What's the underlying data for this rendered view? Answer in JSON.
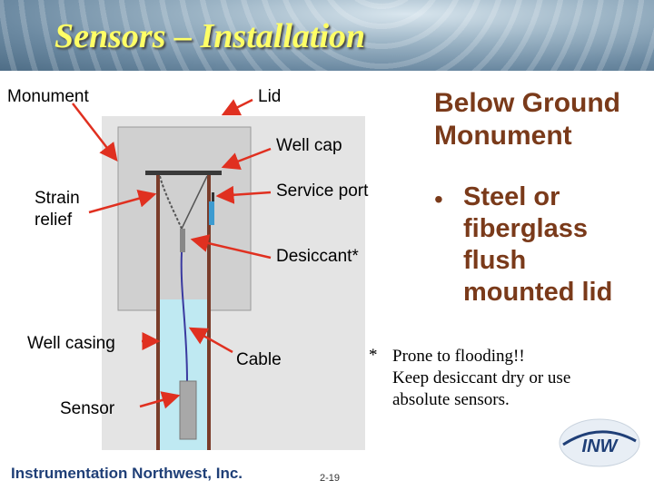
{
  "title": "Sensors – Installation",
  "labels": {
    "monument": "Monument",
    "lid": "Lid",
    "well_cap": "Well cap",
    "strain_relief_1": "Strain",
    "strain_relief_2": "relief",
    "service_port": "Service port",
    "desiccant": "Desiccant*",
    "well_casing": "Well casing",
    "cable": "Cable",
    "sensor": "Sensor"
  },
  "heading": {
    "line1": "Below Ground",
    "line2": "Monument"
  },
  "bullet": {
    "lines": [
      "Steel or",
      "fiberglass",
      "flush",
      "mounted lid"
    ]
  },
  "note": {
    "star": "*",
    "line1": "Prone to flooding!!",
    "line2": "Keep desiccant dry or use",
    "line3": "absolute sensors."
  },
  "footer": "Instrumentation Northwest, Inc.",
  "page_number": "2-19",
  "logo_text": "INW",
  "colors": {
    "title": "#ffff66",
    "heading": "#7a3a1a",
    "arrow": "#e03020",
    "water": "#bfe9f2",
    "footer": "#1f3f77"
  }
}
